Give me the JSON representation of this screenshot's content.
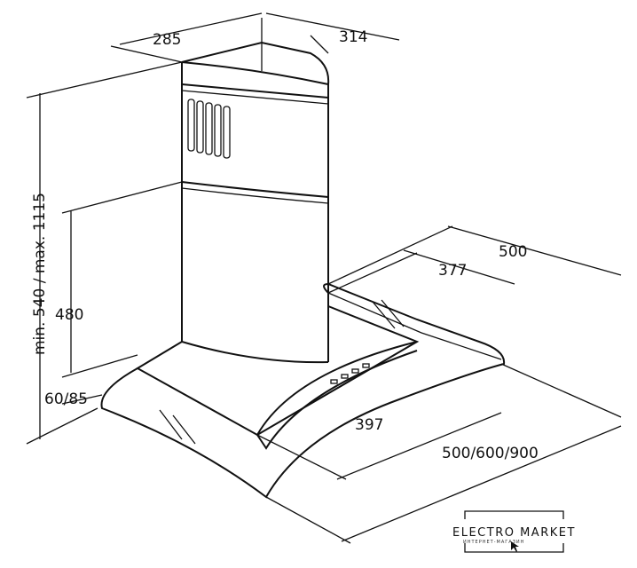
{
  "dimensions": {
    "chimney_depth": "285",
    "chimney_width": "314",
    "height_range": "min. 540 / max. 1115",
    "chimney_lower": "480",
    "canopy_height": "60/85",
    "canopy_depth": "500",
    "chimney_to_front": "377",
    "glass_width": "397",
    "hood_width": "500/600/900"
  },
  "logo": {
    "title": "ELECTRO MARKET",
    "subtitle": "ИНТЕРНЕТ-МАГАЗИН"
  }
}
